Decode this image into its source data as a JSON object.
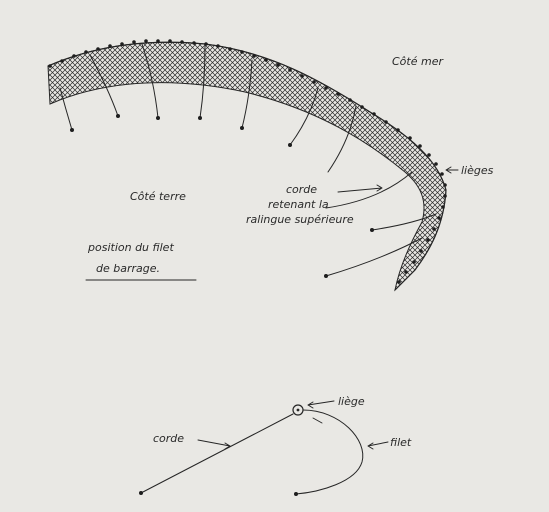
{
  "labels": {
    "cote_mer": "Côté mer",
    "cote_terre": "Côté terre",
    "lieges_top": "lièges",
    "corde_line1": "corde",
    "corde_line2": "retenant la",
    "corde_line3": "ralingue supérieure",
    "caption_line1": "position du filet",
    "caption_line2": "de barrage.",
    "liege_bottom": "liège",
    "corde_bottom": "corde",
    "filet_bottom": "filet"
  },
  "colors": {
    "paper": "#e9e8e4",
    "ink": "#262626"
  }
}
